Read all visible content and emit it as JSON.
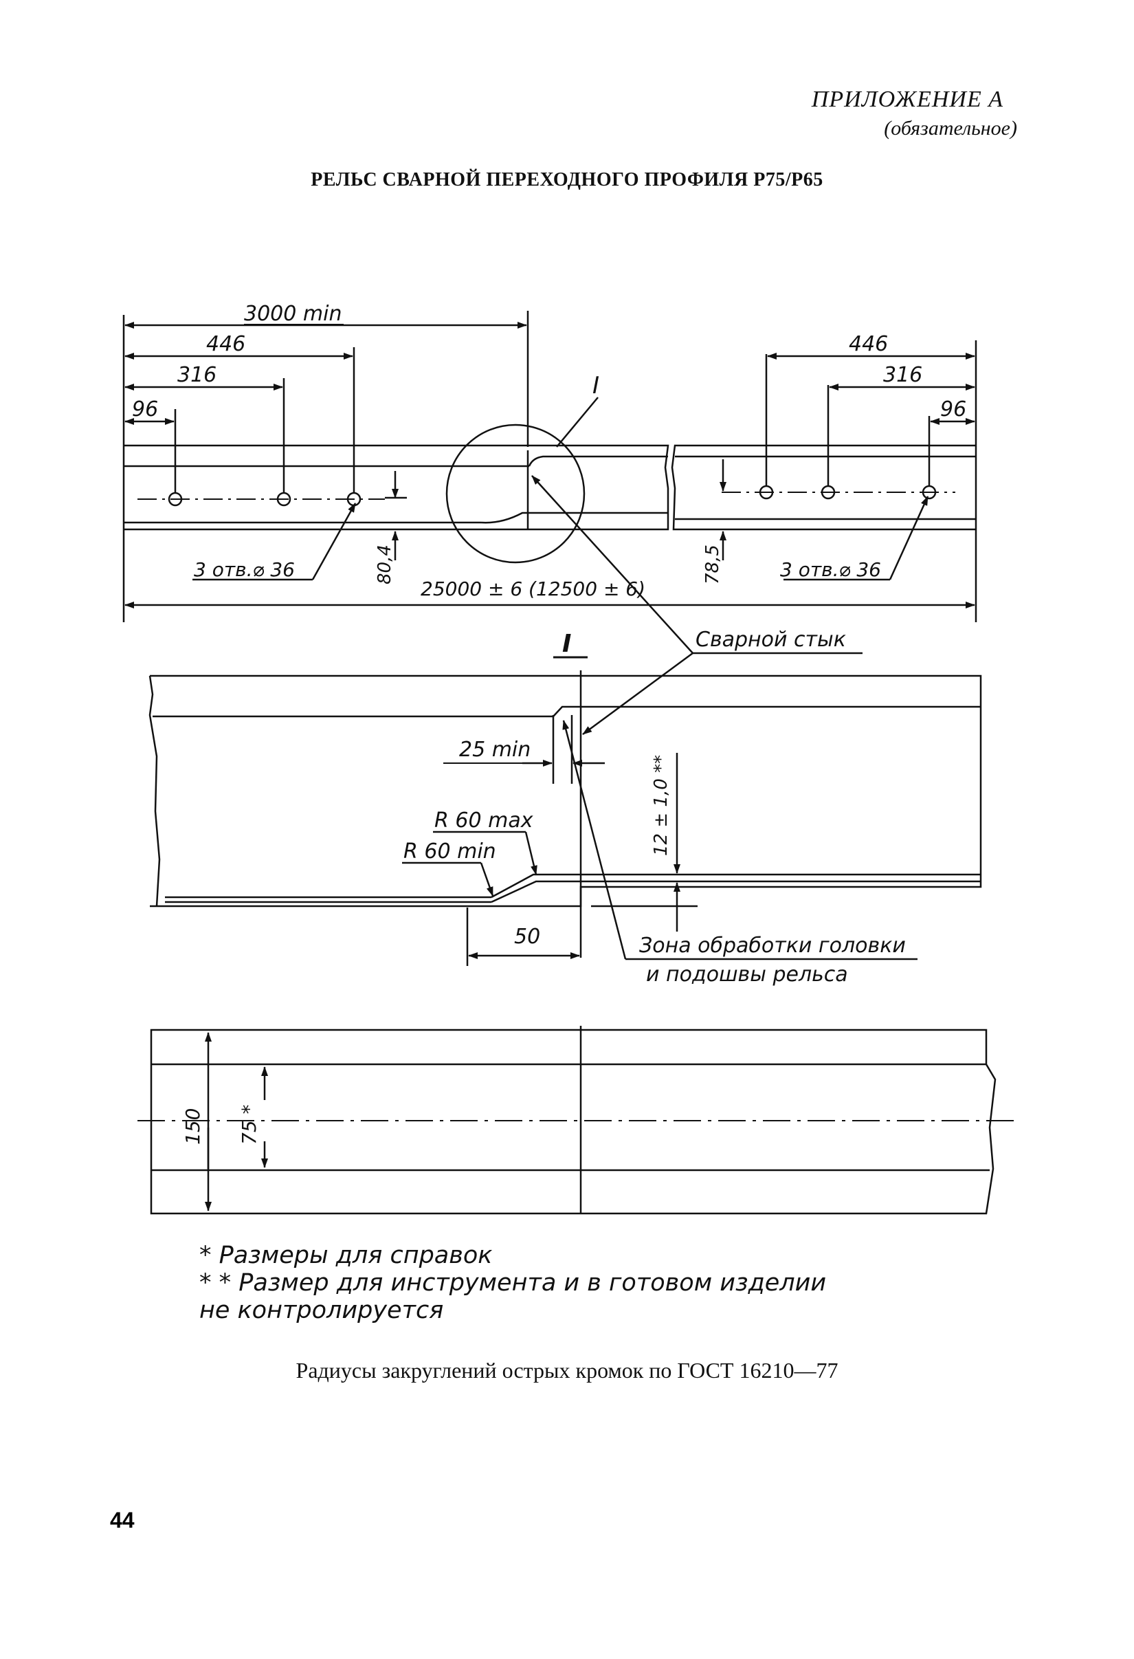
{
  "header": {
    "appendix_title": "ПРИЛОЖЕНИЕ А",
    "appendix_note": "(обязательное)"
  },
  "title": "РЕЛЬС СВАРНОЙ ПЕРЕХОДНОГО ПРОФИЛЯ Р75/Р65",
  "drawing": {
    "top_view": {
      "dim_3000": "3000 min",
      "dim_446_left": "446",
      "dim_316_left": "316",
      "dim_96_left": "96",
      "dim_446_right": "446",
      "dim_316_right": "316",
      "dim_96_right": "96",
      "detail_mark": "I",
      "holes_left": "3 отв.⌀ 36",
      "holes_right": "3 отв.⌀ 36",
      "height_left": "80,4",
      "height_right": "78,5",
      "overall_length": "25000 ± 6 (12500 ± 6)"
    },
    "detail_view": {
      "detail_label": "I",
      "weld_joint": "Сварной стык",
      "dim_25min": "25 min",
      "dim_12": "12 ± 1,0 **",
      "r60max": "R 60 max",
      "r60min": "R 60 min",
      "dim_50": "50",
      "treatment_zone_line1": "Зона обработки головки",
      "treatment_zone_line2": "и подошвы рельса"
    },
    "plan_view": {
      "dim_150": "150",
      "dim_75": "75 *"
    }
  },
  "footnotes": {
    "note1": "*  Размеры для справок",
    "note2": "* * Размер для инструмента и в готовом изделии",
    "note3": "      не контролируется"
  },
  "radii_note": "Радиусы закруглений острых кромок по ГОСТ 16210—77",
  "page_number": "44"
}
